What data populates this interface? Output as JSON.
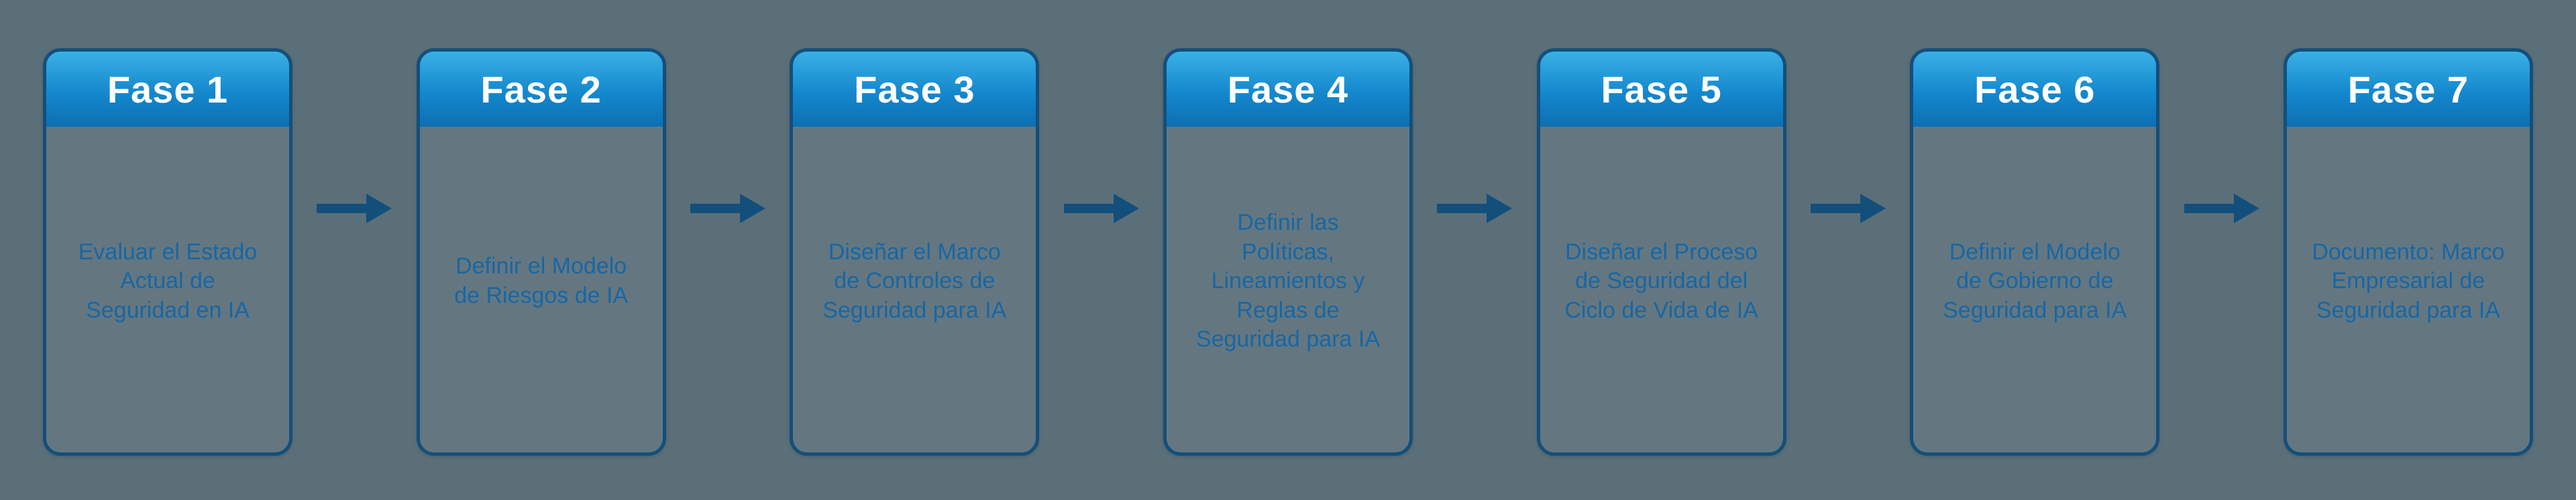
{
  "diagram_title": "",
  "colors": {
    "background": "#5b6f79",
    "card_border": "#134f7b",
    "header_gradient_top": "#3ab0e6",
    "header_gradient_bottom": "#0d6fb3",
    "header_text": "#ffffff",
    "body_text": "#1767a5",
    "arrow": "#134f7b"
  },
  "icons": {
    "connector": "right-arrow-icon"
  },
  "phases": [
    {
      "title": "Fase 1",
      "description": "Evaluar el Estado Actual de Seguridad en IA"
    },
    {
      "title": "Fase 2",
      "description": "Definir el Modelo de Riesgos de IA"
    },
    {
      "title": "Fase 3",
      "description": "Diseñar el Marco de Controles de Seguridad para IA"
    },
    {
      "title": "Fase 4",
      "description": "Definir las Políticas, Lineamientos y Reglas de Seguridad para IA"
    },
    {
      "title": "Fase 5",
      "description": "Diseñar el Proceso de Seguridad del Ciclo de Vida de IA"
    },
    {
      "title": "Fase 6",
      "description": "Definir el Modelo de Gobierno de Seguridad para IA"
    },
    {
      "title": "Fase 7",
      "description": "Documento: Marco Empresarial de Seguridad para IA"
    }
  ]
}
